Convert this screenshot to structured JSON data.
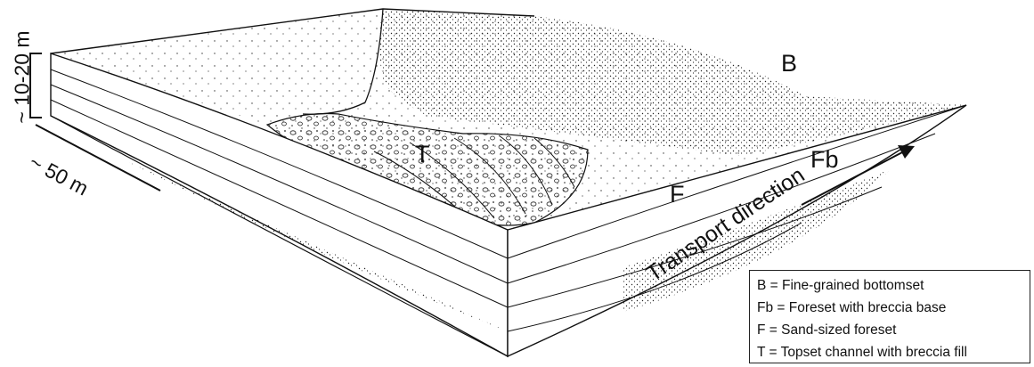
{
  "labels": {
    "B": "B",
    "Fb": "Fb",
    "F": "F",
    "T": "T"
  },
  "scale": {
    "height": "~ 10-20 m",
    "width": "~ 50 m"
  },
  "transport": "Transport direction",
  "legend": {
    "items": [
      "B = Fine-grained bottomset",
      "Fb = Foreset with breccia base",
      "F = Sand-sized foreset",
      "T = Topset channel with breccia fill"
    ]
  },
  "colors": {
    "ink": "#111111",
    "background": "#ffffff"
  }
}
